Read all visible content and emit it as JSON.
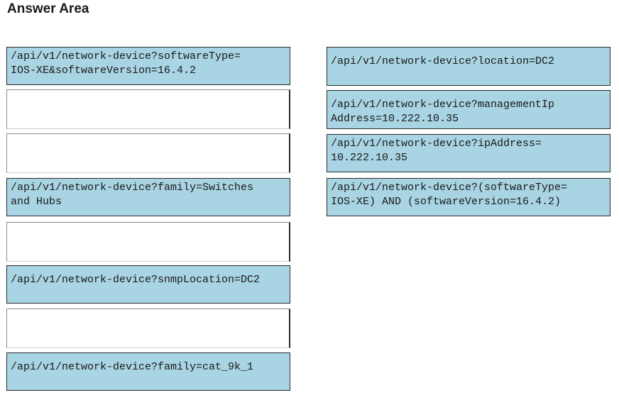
{
  "title": "Answer Area",
  "left_boxes": [
    {
      "text": "/api/v1/network-device?softwareType=\nIOS-XE&softwareVersion=16.4.2"
    },
    {
      "text": ""
    },
    {
      "text": ""
    },
    {
      "text": "/api/v1/network-device?family=Switches\nand Hubs"
    },
    {
      "text": ""
    },
    {
      "text": "/api/v1/network-device?snmpLocation=DC2"
    },
    {
      "text": ""
    },
    {
      "text": "/api/v1/network-device?family=cat_9k_1"
    }
  ],
  "right_boxes": [
    {
      "text": "/api/v1/network-device?location=DC2"
    },
    {
      "text": "/api/v1/network-device?managementIp\nAddress=10.222.10.35"
    },
    {
      "text": "/api/v1/network-device?ipAddress=\n10.222.10.35"
    },
    {
      "text": "/api/v1/network-device?(softwareType=\nIOS-XE) AND (softwareVersion=16.4.2)"
    }
  ],
  "colors": {
    "box_fill": "#a9d4e3"
  }
}
